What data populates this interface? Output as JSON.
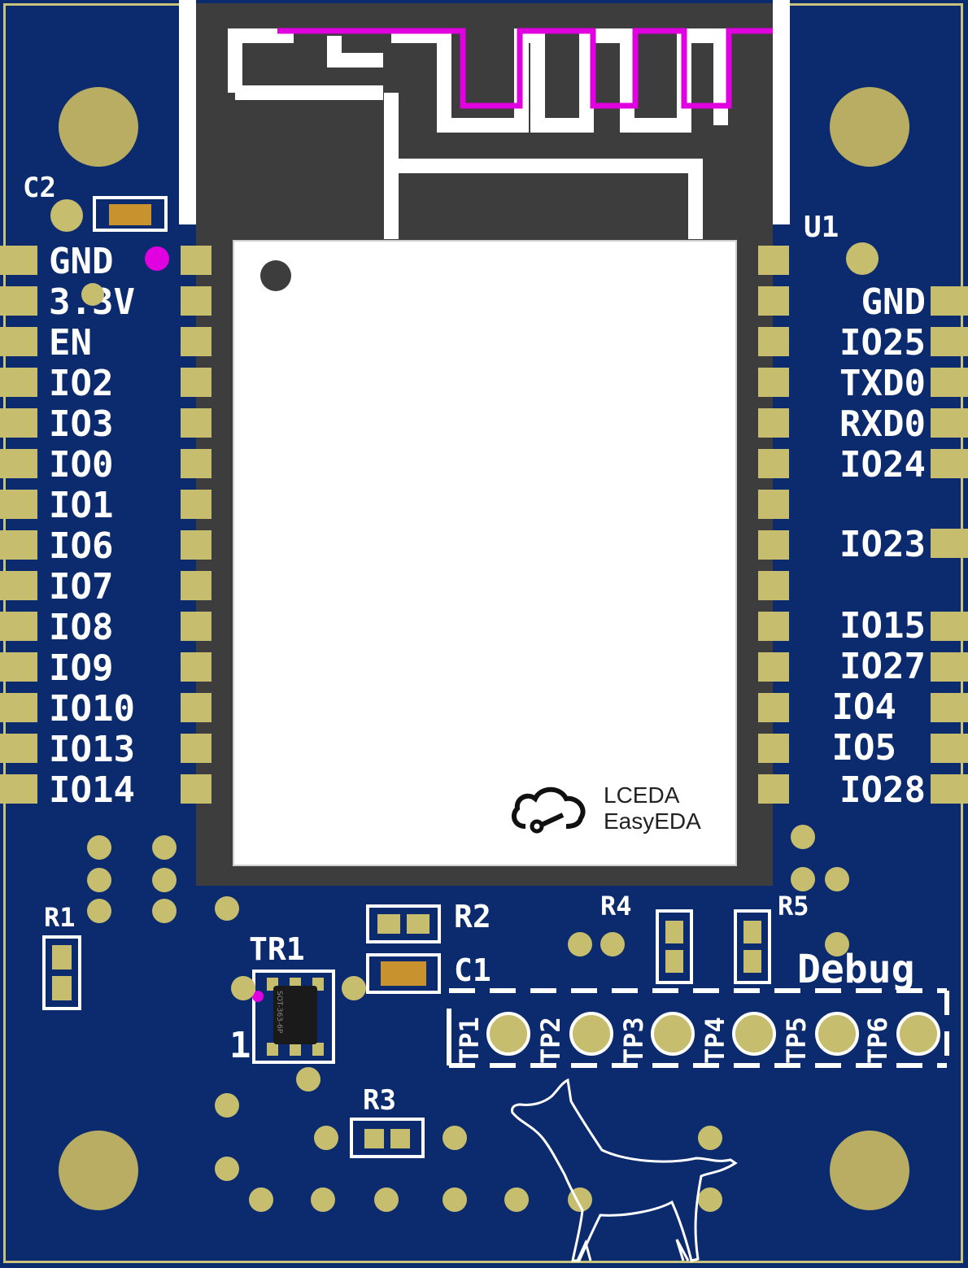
{
  "board": {
    "designators": {
      "c2": "C2",
      "u1": "U1",
      "r1": "R1",
      "tr1": "TR1",
      "tr1_pin1": "1",
      "r2": "R2",
      "c1": "C1",
      "r3": "R3",
      "r4": "R4",
      "r5": "R5",
      "debug": "Debug"
    },
    "left_pins": [
      "GND",
      "3.3V",
      "EN",
      "IO2",
      "IO3",
      "IO0",
      "IO1",
      "IO6",
      "IO7",
      "IO8",
      "IO9",
      "IO10",
      "IO13",
      "IO14"
    ],
    "right_pins": [
      "GND",
      "IO25",
      "TXD0",
      "RXD0",
      "IO24",
      "",
      "IO23",
      "",
      "IO15",
      "IO27",
      "IO4",
      "IO5",
      "IO28"
    ],
    "test_points": [
      "TP1",
      "TP2",
      "TP3",
      "TP4",
      "TP5",
      "TP6"
    ],
    "logo": {
      "line1": "LCEDA",
      "line2": "EasyEDA"
    },
    "chip_marking": "SOT-363-6P",
    "colors": {
      "board": "#0b2b6e",
      "pad": "#c7bd6e",
      "silkscreen": "#ffffff",
      "antenna_trace": "#e000e0",
      "module": "#3d3d3d"
    }
  }
}
